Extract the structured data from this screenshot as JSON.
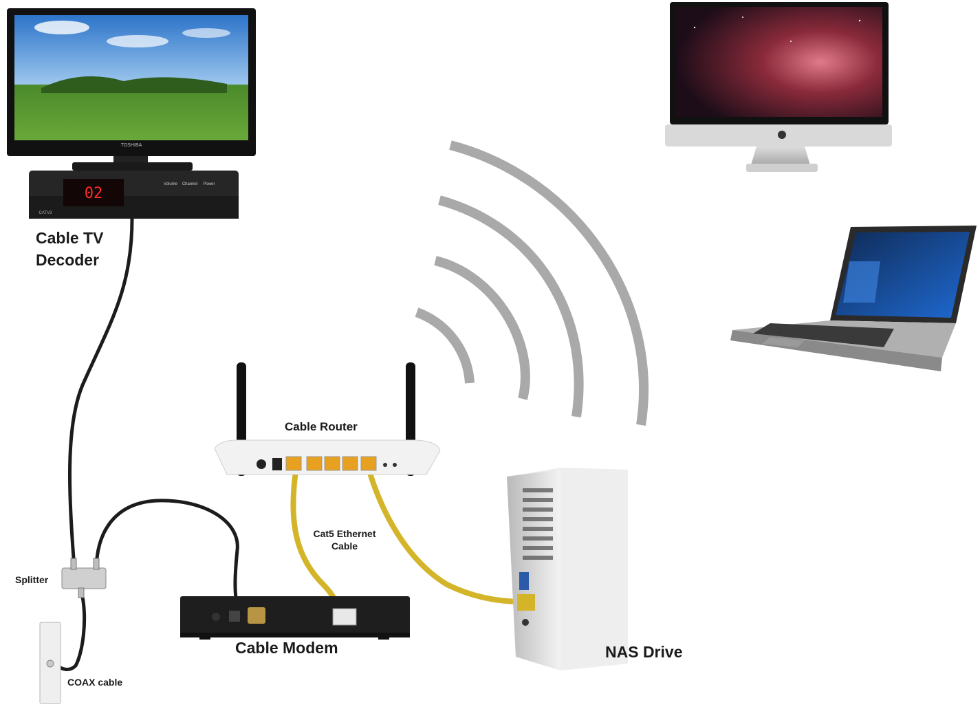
{
  "labels": {
    "decoder": [
      "Cable TV",
      "Decoder"
    ],
    "router": "Cable Router",
    "ethernet": [
      "Cat5 Ethernet",
      "Cable"
    ],
    "splitter": "Splitter",
    "coax": "COAX cable",
    "modem": "Cable Modem",
    "nas": "NAS Drive"
  },
  "device_text": {
    "tv_brand": "TOSHIBA",
    "decoder_display": "02",
    "decoder_buttons": [
      "Volume",
      "Channel",
      "Power"
    ],
    "decoder_brand": "CATV3"
  },
  "colors": {
    "wifi_arcs": "#a9a9a9",
    "ethernet_cable": "#d4b52a",
    "coax_cable": "#1c1c1c",
    "device_dark": "#1e1e1e",
    "device_light": "#eeeeee"
  }
}
